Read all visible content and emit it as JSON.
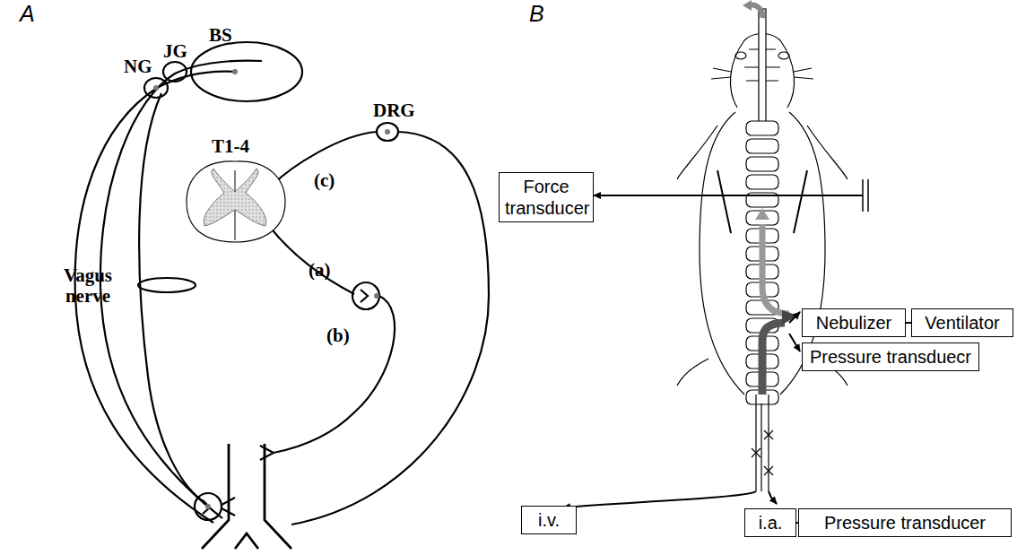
{
  "diagram": {
    "nodes": [
      {
        "text": [
          "Force transducer"
        ]
      },
      {
        "text": [
          "Nebulizer"
        ]
      },
      {
        "text": [
          "Ventilator"
        ]
      },
      {
        "text": [
          "Pressure transduecr"
        ]
      },
      {
        "text": [
          "i.v."
        ]
      },
      {
        "text": [
          "i.a."
        ]
      },
      {
        "text": [
          "Pressure transducer"
        ]
      }
    ],
    "edges": [
      {
        "from": 1,
        "to": 2,
        "arrow": "none"
      },
      {
        "from": 5,
        "to": 6,
        "arrow": "none"
      }
    ],
    "labels": [
      "A",
      "BS",
      "JG",
      "NG",
      "T1-4",
      "DRG",
      "Vagus nerve",
      "(c)",
      "(a)",
      "(b)",
      "B"
    ]
  }
}
